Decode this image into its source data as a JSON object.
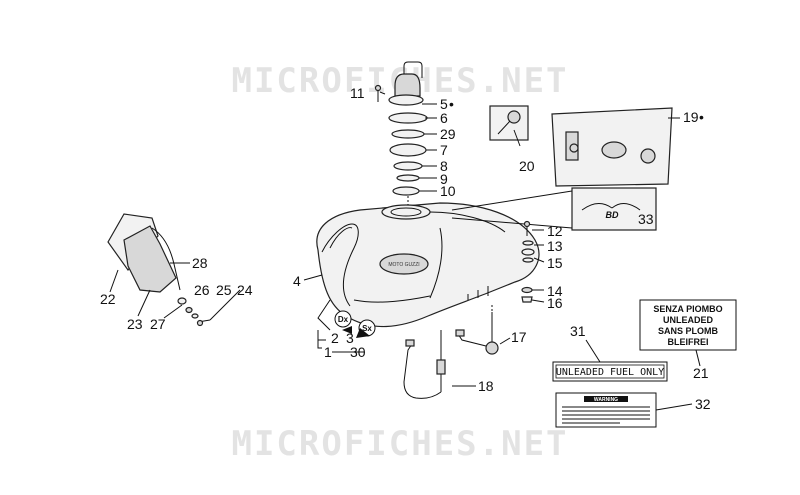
{
  "watermark": "MICROFICHES.NET",
  "callouts": {
    "c1": "1",
    "c2": "2",
    "c3": "3",
    "c4": "4",
    "c5": "5",
    "c6": "6",
    "c7": "7",
    "c8": "8",
    "c9": "9",
    "c10": "10",
    "c11": "11",
    "c12": "12",
    "c13": "13",
    "c14": "14",
    "c15": "15",
    "c16": "16",
    "c17": "17",
    "c18": "18",
    "c19": "19",
    "c20": "20",
    "c21": "21",
    "c22": "22",
    "c23": "23",
    "c24": "24",
    "c25": "25",
    "c26": "26",
    "c27": "27",
    "c28": "28",
    "c29": "29",
    "c30": "30",
    "c31": "31",
    "c32": "32",
    "c33": "33"
  },
  "markers": {
    "bullet": "•",
    "dx": "Dx",
    "sx": "Sx"
  },
  "label_21": [
    "SENZA PIOMBO",
    "UNLEADED",
    "SANS PLOMB",
    "BLEIFREI"
  ],
  "label_31": "UNLEADED FUEL ONLY",
  "label_32": {
    "title": "WARNING"
  },
  "logo_33": "BD"
}
